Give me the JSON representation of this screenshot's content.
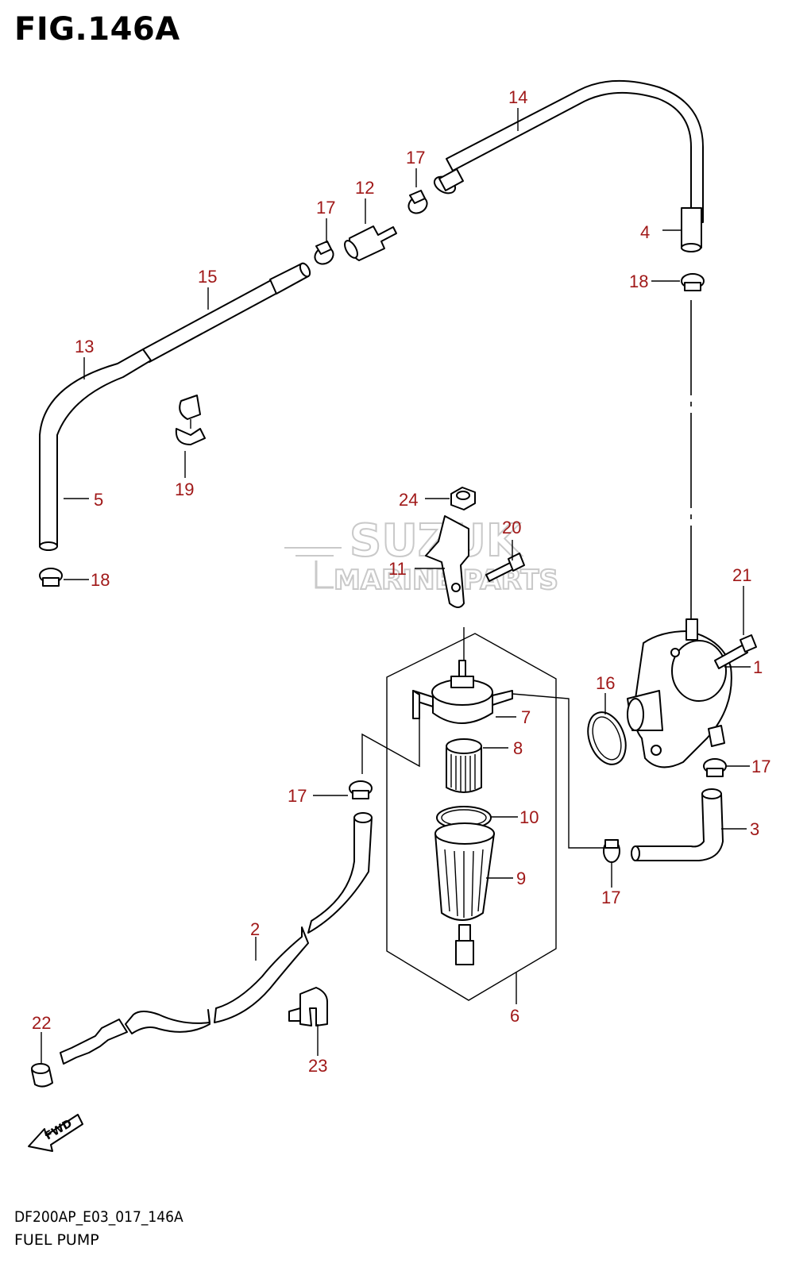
{
  "figure": {
    "title": "FIG.146A",
    "model_code": "DF200AP_E03_017_146A",
    "name": "FUEL PUMP"
  },
  "watermark": {
    "line1": "SUZUK",
    "line2": "MARINE PARTS"
  },
  "fwd_label": "FWD",
  "callouts": [
    {
      "id": "c1",
      "label": "1"
    },
    {
      "id": "c2",
      "label": "2"
    },
    {
      "id": "c3",
      "label": "3"
    },
    {
      "id": "c4",
      "label": "4"
    },
    {
      "id": "c5",
      "label": "5"
    },
    {
      "id": "c6",
      "label": "6"
    },
    {
      "id": "c7",
      "label": "7"
    },
    {
      "id": "c8",
      "label": "8"
    },
    {
      "id": "c9",
      "label": "9"
    },
    {
      "id": "c10",
      "label": "10"
    },
    {
      "id": "c11",
      "label": "11"
    },
    {
      "id": "c12",
      "label": "12"
    },
    {
      "id": "c13",
      "label": "13"
    },
    {
      "id": "c14",
      "label": "14"
    },
    {
      "id": "c15",
      "label": "15"
    },
    {
      "id": "c16",
      "label": "16"
    },
    {
      "id": "c17a",
      "label": "17"
    },
    {
      "id": "c17b",
      "label": "17"
    },
    {
      "id": "c17c",
      "label": "17"
    },
    {
      "id": "c17d",
      "label": "17"
    },
    {
      "id": "c17e",
      "label": "17"
    },
    {
      "id": "c18a",
      "label": "18"
    },
    {
      "id": "c18b",
      "label": "18"
    },
    {
      "id": "c19",
      "label": "19"
    },
    {
      "id": "c20",
      "label": "20"
    },
    {
      "id": "c21",
      "label": "21"
    },
    {
      "id": "c22",
      "label": "22"
    },
    {
      "id": "c23",
      "label": "23"
    },
    {
      "id": "c24",
      "label": "24"
    }
  ],
  "colors": {
    "callout": "#a01818",
    "line": "#000000",
    "watermark": "#c9c9c9"
  }
}
